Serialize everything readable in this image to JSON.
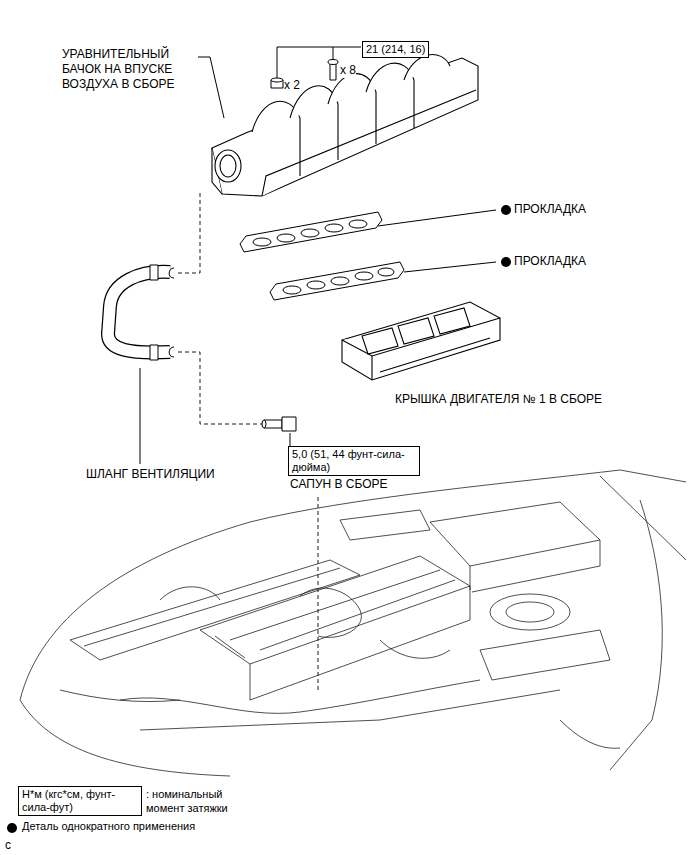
{
  "diagram": {
    "nodes": [
      {
        "text": [
          "21 (214, 16)"
        ]
      },
      {
        "text": [
          "5,0 (51, 44 фунт-сила-дюйма)"
        ]
      },
      {
        "text": [
          "Н*м (кгс*см, фунт-сила-фут)"
        ]
      }
    ],
    "labels": [
      "УРАВНИТЕЛЬНЫЙ БАЧОК НА ВПУСКЕ ВОЗДУХА В СБОРЕ",
      "x 2",
      "x 8",
      "ПРОКЛАДКА",
      "ПРОКЛАДКА",
      "КРЫШКА ДВИГАТЕЛЯ № 1 В СБОРЕ",
      "ШЛАНГ ВЕНТИЛЯЦИИ",
      "САПУН В СБОРЕ",
      "c"
    ],
    "legend": [
      {
        "text": ": номинальный момент затяжки"
      },
      {
        "text": "Деталь однократного применения"
      }
    ]
  }
}
